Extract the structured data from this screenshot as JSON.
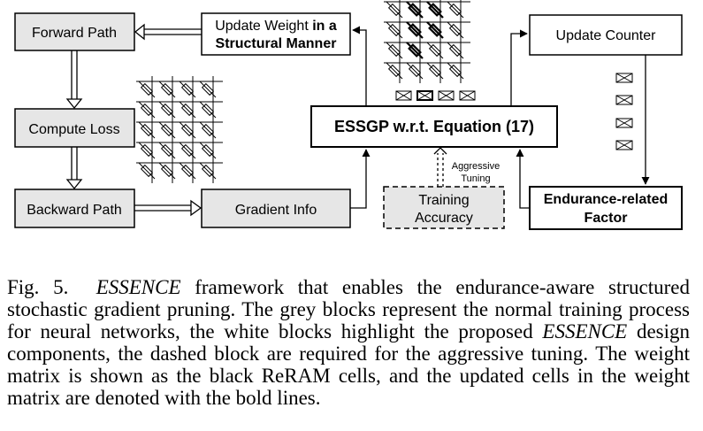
{
  "diagram": {
    "forward_path": "Forward Path",
    "compute_loss": "Compute Loss",
    "backward_path": "Backward Path",
    "gradient_info": "Gradient Info",
    "update_weight_line1_a": "Update Weight ",
    "update_weight_line1_b": "in a",
    "update_weight_line2": "Structural Manner",
    "essgp": "ESSGP w.r.t. Equation (17)",
    "update_counter": "Update Counter",
    "endurance_line1": "Endurance-related",
    "endurance_line2": "Factor",
    "training_line1": "Training",
    "training_line2": "Accuracy",
    "aggressive_line1": "Aggressive",
    "aggressive_line2": "Tuning"
  },
  "colors": {
    "grey_block": "#e6e6e6",
    "white_block": "#ffffff",
    "stroke": "#000000"
  },
  "caption": {
    "label": "Fig. 5.",
    "name": "ESSENCE",
    "l1": " framework that enables the endurance-aware structured stochastic gradient pruning. The grey blocks represent the normal training process for neural networks, the white blocks highlight the proposed ",
    "name2": "ESSENCE",
    "l2": " design components, the dashed block are required for the aggressive tuning. The weight matrix is shown as the black ReRAM cells, and the updated cells in the weight matrix are denoted with the bold lines."
  }
}
